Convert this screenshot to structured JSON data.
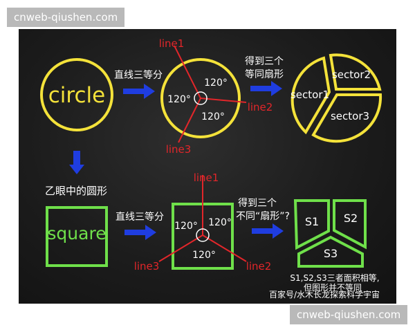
{
  "watermark_top": "cnweb-qiushen.com",
  "watermark_bottom": "cnweb-qiushen.com",
  "colors": {
    "circle_stroke": "#f4e23a",
    "square_stroke": "#6fe04a",
    "line_red": "#e2262a",
    "arrow_blue": "#1f3de0",
    "board": "#1c1c1c"
  },
  "top_row": {
    "circle_label": "circle",
    "arrow1_label": "直线三等分",
    "angle_label": "120°",
    "line1": "line1",
    "line2": "line2",
    "line3": "line3",
    "arrow2_line1": "得到三个",
    "arrow2_line2": "等同扇形",
    "sector1": "sector1",
    "sector2": "sector2",
    "sector3": "sector3"
  },
  "middle": {
    "caption": "乙眼中的圆形"
  },
  "bottom_row": {
    "square_label": "square",
    "arrow1_label": "直线三等分",
    "angle_label": "120°",
    "line1": "line1",
    "line2": "line2",
    "line3": "line3",
    "arrow2_line1": "得到三个",
    "arrow2_line2": "不同“扇形”?",
    "s1": "S1",
    "s2": "S2",
    "s3": "S3",
    "note_line1": "S1,S2,S3三者面积相等,",
    "note_line2": "但图形并不等同",
    "credit": "百家号/水木长龙探索科学宇宙"
  }
}
